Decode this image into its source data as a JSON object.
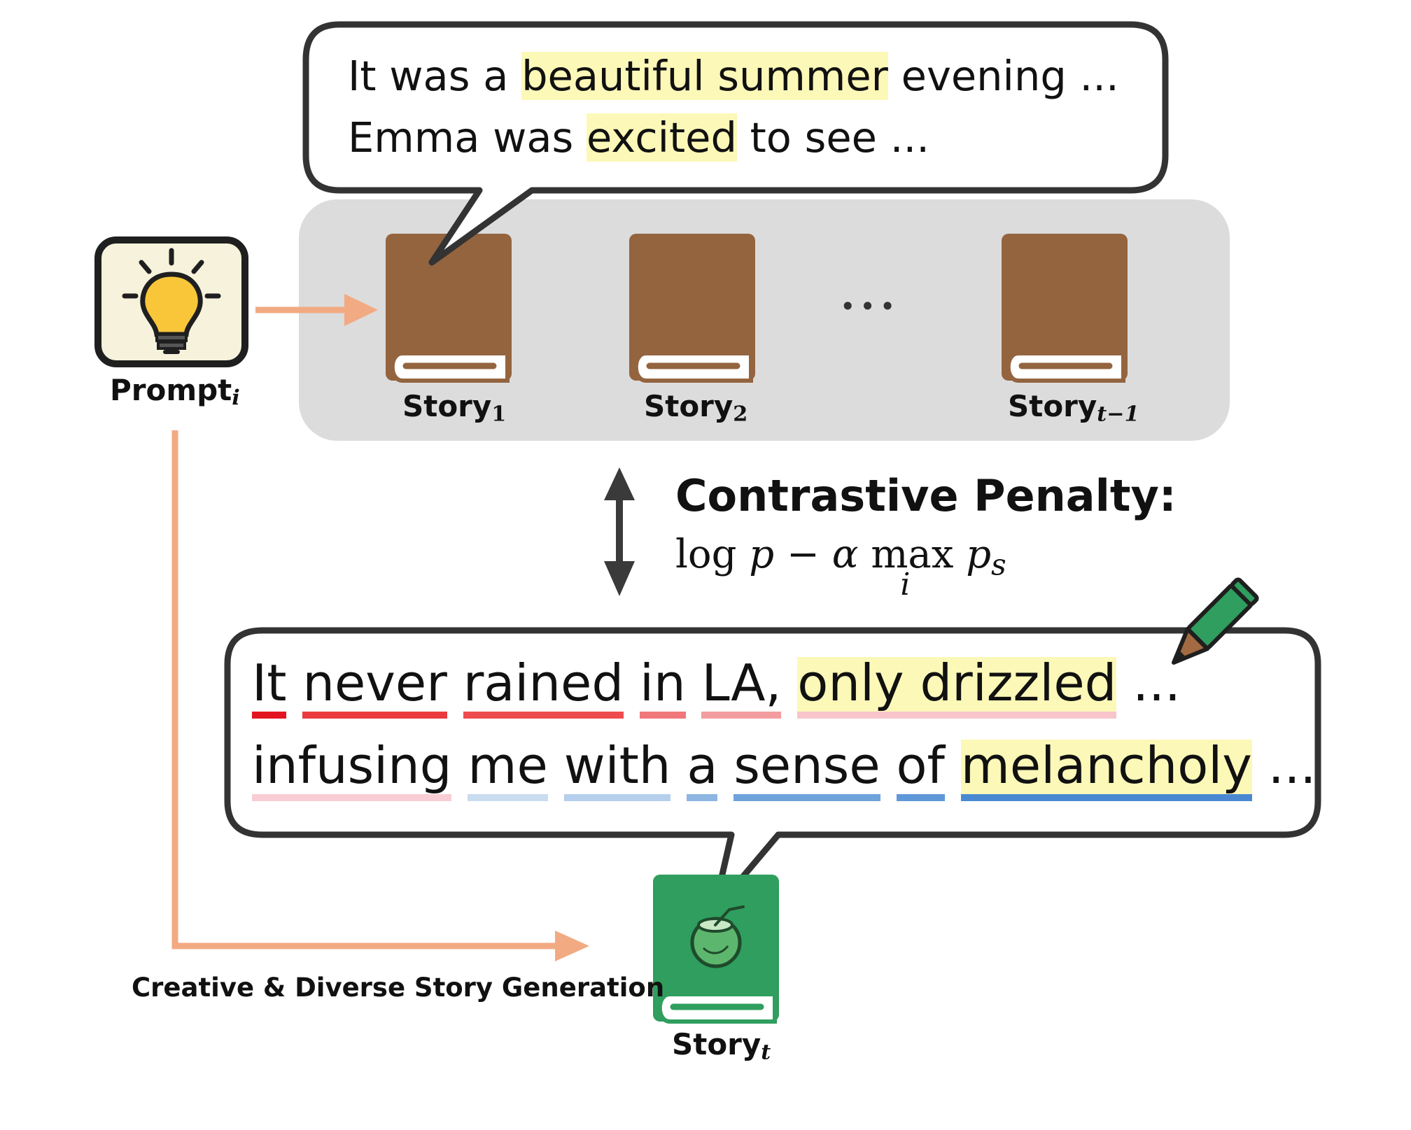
{
  "prompt": {
    "label": "Prompt",
    "subscript": "i"
  },
  "context_bubble": {
    "line1": {
      "before": "It was a ",
      "highlight": "beautiful summer",
      "after": " evening ..."
    },
    "line2": {
      "before": "Emma was ",
      "highlight": "excited",
      "after": " to see ..."
    }
  },
  "stories": [
    {
      "label": "Story",
      "subscript": "1"
    },
    {
      "label": "Story",
      "subscript": "2"
    },
    {
      "label": "Story",
      "subscript": "t−1"
    }
  ],
  "ellipsis": "•••",
  "penalty": {
    "title": "Contrastive Penalty:",
    "formula": {
      "log": "log",
      "p": "p",
      "minus": " − ",
      "alpha": "α",
      "max": "max",
      "sub_i": "i",
      "ps": "p",
      "ps_sub": "s"
    }
  },
  "output_bubble": {
    "line1": [
      {
        "text": "It",
        "under": "#e3141f"
      },
      {
        "text": " "
      },
      {
        "text": "never",
        "under": "#ea3a3f"
      },
      {
        "text": " "
      },
      {
        "text": "rained",
        "under": "#ee4b4f"
      },
      {
        "text": " "
      },
      {
        "text": "in",
        "under": "#f0787b"
      },
      {
        "text": " "
      },
      {
        "text": "LA,",
        "under": "#f39da0"
      },
      {
        "text": " "
      },
      {
        "text": "only drizzled",
        "highlight": true,
        "under": "#f7c5cb"
      },
      {
        "text": " ..."
      }
    ],
    "line2": [
      {
        "text": "infusing",
        "under": "#f8cdd3"
      },
      {
        "text": " "
      },
      {
        "text": "me",
        "under": "#c9dcf0"
      },
      {
        "text": " "
      },
      {
        "text": "with",
        "under": "#b6cfec"
      },
      {
        "text": " "
      },
      {
        "text": "a",
        "under": "#8db6e2"
      },
      {
        "text": " "
      },
      {
        "text": "sense",
        "under": "#6ea3dc"
      },
      {
        "text": " "
      },
      {
        "text": "of",
        "under": "#5f98d8"
      },
      {
        "text": " "
      },
      {
        "text": "melancholy",
        "highlight": true,
        "under": "#4a89d2"
      },
      {
        "text": " ..."
      }
    ]
  },
  "generation_label": "Creative & Diverse Story Generation",
  "story_t": {
    "label": "Story",
    "subscript": "t"
  },
  "colors": {
    "book_brown": "#94643f",
    "book_green": "#2f9e5e",
    "arrow_orange": "#f2aa82",
    "panel_gray": "#dcdcdc",
    "highlight_yellow": "#fcf8b8",
    "bubble_border": "#333333"
  }
}
